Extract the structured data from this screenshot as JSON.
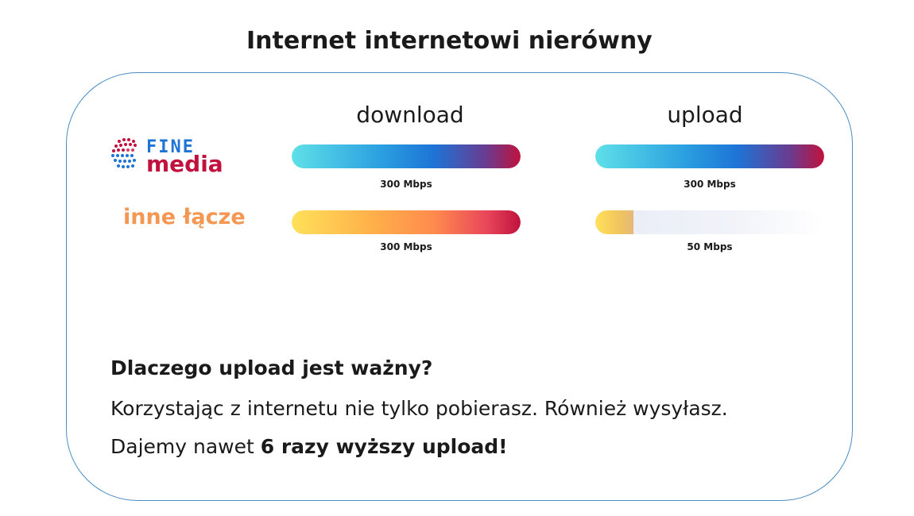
{
  "title": "Internet internetowi nierówny",
  "columns": {
    "download": "download",
    "upload": "upload"
  },
  "providers": [
    {
      "name": "FINE media",
      "logo_text_top": "FINE",
      "logo_text_bottom": "media",
      "download": {
        "label": "300 Mbps",
        "fill_fraction": 1.0
      },
      "upload": {
        "label": "300 Mbps",
        "fill_fraction": 1.0
      }
    },
    {
      "name": "inne łącze",
      "download": {
        "label": "300 Mbps",
        "fill_fraction": 1.0
      },
      "upload": {
        "label": "50 Mbps",
        "fill_fraction": 0.1667
      }
    }
  ],
  "info": {
    "heading": "Dlaczego upload jest ważny?",
    "line1": "Korzystając z internetu nie tylko pobierasz. Również wysyłasz.",
    "line2_prefix": "Dajemy nawet ",
    "line2_bold": "6 razy wyższy upload!"
  },
  "colors": {
    "brand_blue": "#1d74d6",
    "brand_red": "#c0123d",
    "other_orange": "#f39752",
    "frame_border": "#4a8cc4"
  }
}
